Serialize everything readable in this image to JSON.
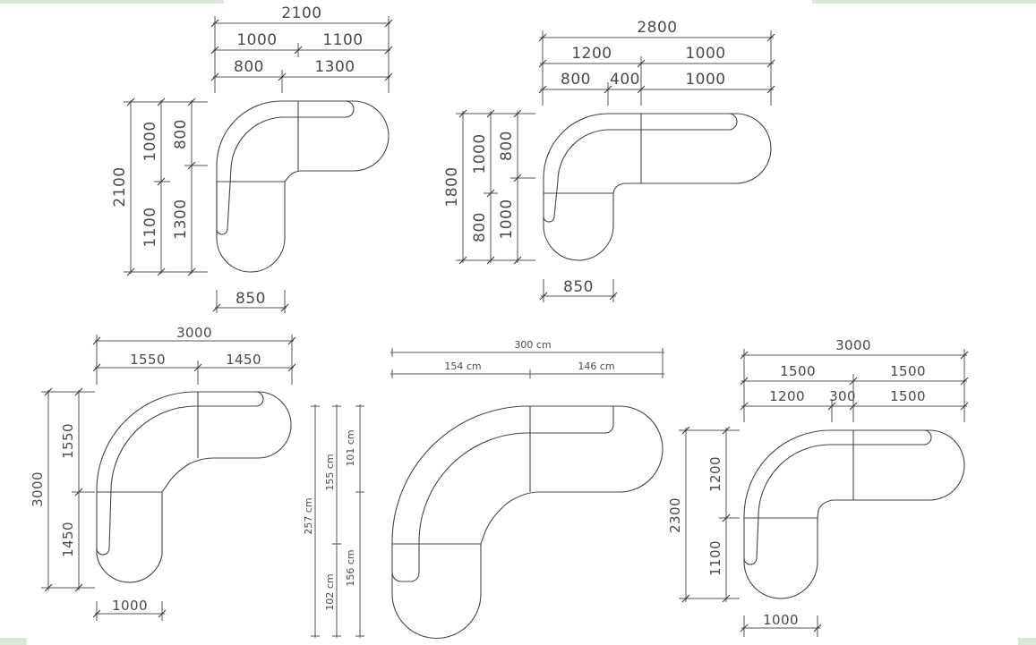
{
  "diagrams": [
    {
      "name": "sofa-1",
      "top": [
        "2100"
      ],
      "top_split_1": [
        "1000",
        "1100"
      ],
      "top_split_2": [
        "800",
        "1300"
      ],
      "left_total": "2100",
      "left_split_1": [
        "1000",
        "1100"
      ],
      "left_split_2": [
        "800",
        "1300"
      ],
      "bottom": "850"
    },
    {
      "name": "sofa-2",
      "top": [
        "2800"
      ],
      "top_split_1": [
        "1200",
        "1000"
      ],
      "top_split_2": [
        "800",
        "400",
        "1000"
      ],
      "left_total": "1800",
      "left_split_1": [
        "1000",
        "800"
      ],
      "left_split_2": [
        "800",
        "1000"
      ],
      "bottom": "850"
    },
    {
      "name": "sofa-3",
      "top": [
        "3000"
      ],
      "top_split_1": [
        "1550",
        "1450"
      ],
      "left_total": "3000",
      "left_split_1": [
        "1550",
        "1450"
      ],
      "bottom": "1000"
    },
    {
      "name": "sofa-4",
      "top": [
        "300 cm"
      ],
      "top_split_1": [
        "154 cm",
        "146 cm"
      ],
      "left_total": "257 cm",
      "left_split_1": [
        "155 cm",
        "102 cm"
      ],
      "left_split_2": [
        "101 cm",
        "156 cm"
      ]
    },
    {
      "name": "sofa-5",
      "top": [
        "3000"
      ],
      "top_split_1": [
        "1500",
        "1500"
      ],
      "top_split_2": [
        "1200",
        "300",
        "1500"
      ],
      "left_total": "2300",
      "left_split_1": [
        "1200",
        "1100"
      ],
      "bottom": "1000"
    }
  ]
}
